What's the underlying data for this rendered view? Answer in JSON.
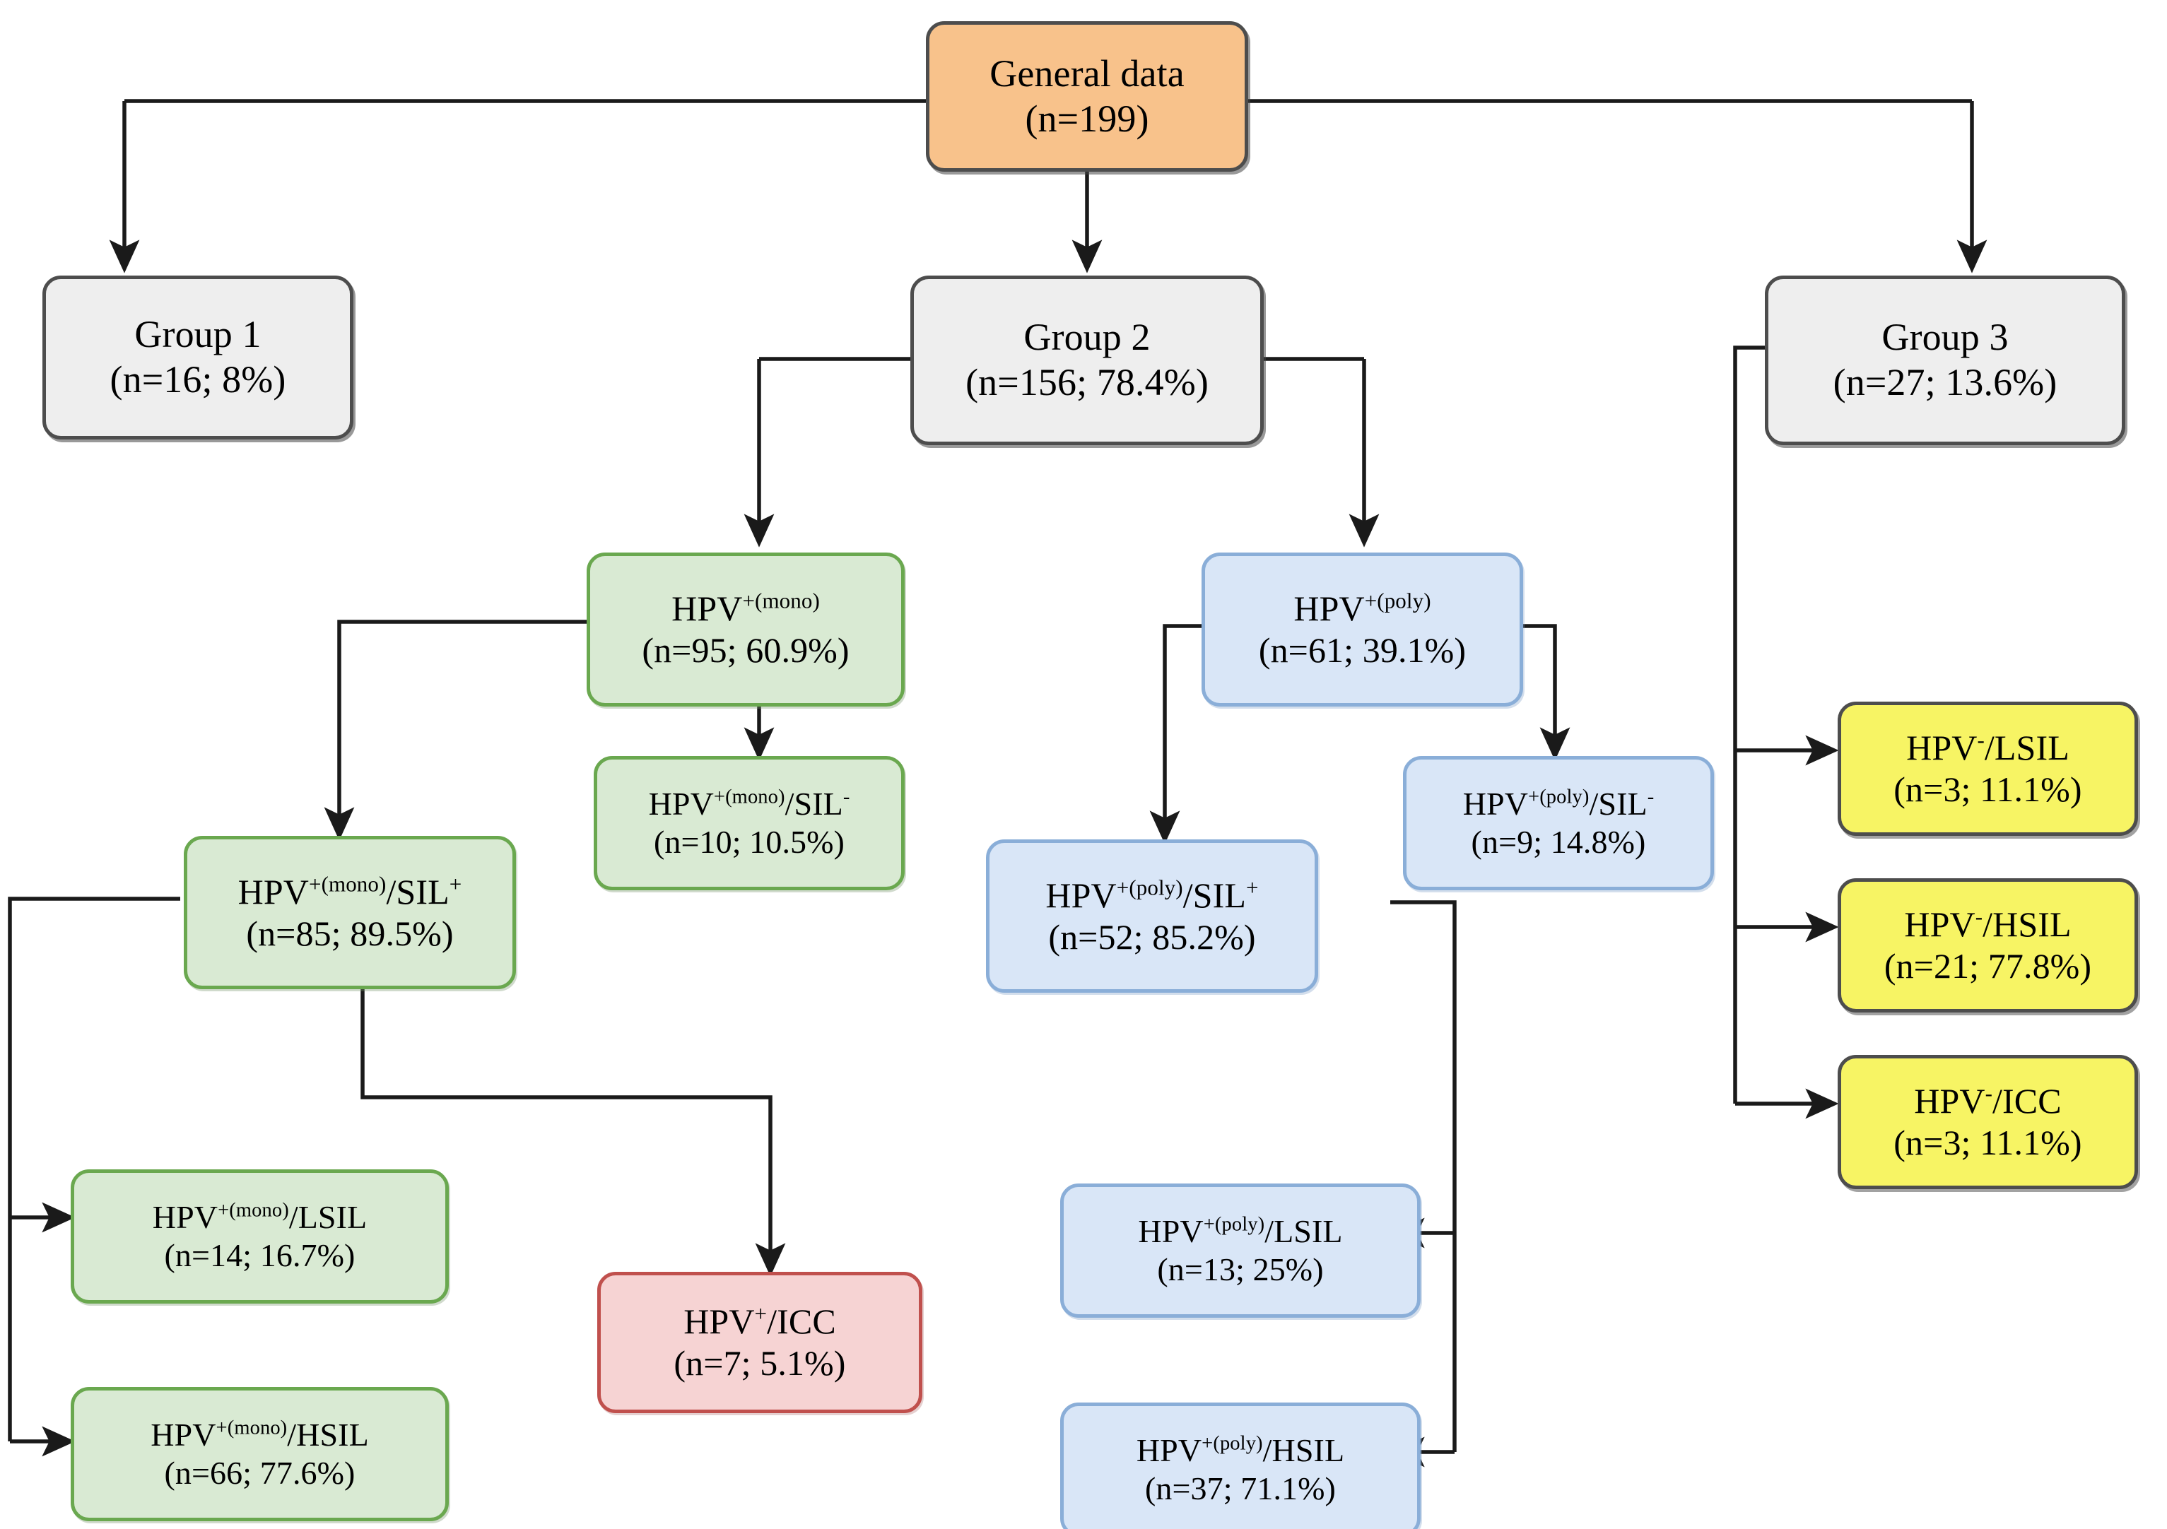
{
  "diagram": {
    "title": "HPV cytology study flow diagram",
    "colors": {
      "root_fill": "#f8c28b",
      "group_fill": "#eeeeee",
      "mono_fill": "#d9ead3",
      "poly_fill": "#d9e6f7",
      "hpv_negative_fill": "#f7f464",
      "icc_fill": "#f6d3d3",
      "edge_stroke": "#1a1a1a"
    }
  },
  "nodes": {
    "root": {
      "line1": "General data",
      "line2": "(n=199)"
    },
    "group1": {
      "line1": "Group 1",
      "line2": "(n=16; 8%)"
    },
    "group2": {
      "line1": "Group 2",
      "line2": "(n=156; 78.4%)"
    },
    "group3": {
      "line1": "Group 3",
      "line2": "(n=27; 13.6%)"
    },
    "mono": {
      "base": "HPV",
      "sup": "+(mono)",
      "tail": "",
      "line2": "(n=95; 60.9%)"
    },
    "mono_sil_neg": {
      "base": "HPV",
      "sup": "+(mono)",
      "tail": "/SIL",
      "sup2": "-",
      "line2": "(n=10; 10.5%)"
    },
    "mono_sil_pos": {
      "base": "HPV",
      "sup": "+(mono)",
      "tail": "/SIL",
      "sup2": "+",
      "line2": "(n=85; 89.5%)"
    },
    "mono_lsil": {
      "base": "HPV",
      "sup": "+(mono)",
      "tail": "/LSIL",
      "line2": "(n=14; 16.7%)"
    },
    "mono_hsil": {
      "base": "HPV",
      "sup": "+(mono)",
      "tail": "/HSIL",
      "line2": "(n=66; 77.6%)"
    },
    "poly": {
      "base": "HPV",
      "sup": "+(poly)",
      "tail": "",
      "line2": "(n=61; 39.1%)"
    },
    "poly_sil_neg": {
      "base": "HPV",
      "sup": "+(poly)",
      "tail": "/SIL",
      "sup2": "-",
      "line2": "(n=9; 14.8%)"
    },
    "poly_sil_pos": {
      "base": "HPV",
      "sup": "+(poly)",
      "tail": "/SIL",
      "sup2": "+",
      "line2": "(n=52; 85.2%)"
    },
    "poly_lsil": {
      "base": "HPV",
      "sup": "+(poly)",
      "tail": "/LSIL",
      "line2": "(n=13; 25%)"
    },
    "poly_hsil": {
      "base": "HPV",
      "sup": "+(poly)",
      "tail": "/HSIL",
      "line2": "(n=37; 71.1%)"
    },
    "icc": {
      "base": "HPV",
      "sup": "+",
      "tail": "/ICC",
      "line2": "(n=7; 5.1%)"
    },
    "neg_lsil": {
      "base": "HPV",
      "sup": "-",
      "tail": "/LSIL",
      "line2": "(n=3; 11.1%)"
    },
    "neg_hsil": {
      "base": "HPV",
      "sup": "-",
      "tail": "/HSIL",
      "line2": "(n=21; 77.8%)"
    },
    "neg_icc": {
      "base": "HPV",
      "sup": "-",
      "tail": "/ICC",
      "line2": "(n=3; 11.1%)"
    }
  },
  "chart_data": {
    "type": "diagram",
    "title": "General data (n=199)",
    "nodes": [
      {
        "id": "root",
        "label": "General data",
        "n": 199,
        "percent": null,
        "color": "#f8c28b"
      },
      {
        "id": "group1",
        "label": "Group 1",
        "n": 16,
        "percent": 8.0,
        "color": "#eeeeee"
      },
      {
        "id": "group2",
        "label": "Group 2",
        "n": 156,
        "percent": 78.4,
        "color": "#eeeeee"
      },
      {
        "id": "group3",
        "label": "Group 3",
        "n": 27,
        "percent": 13.6,
        "color": "#eeeeee"
      },
      {
        "id": "mono",
        "label": "HPV+(mono)",
        "n": 95,
        "percent": 60.9,
        "color": "#d9ead3"
      },
      {
        "id": "mono_sil_neg",
        "label": "HPV+(mono)/SIL-",
        "n": 10,
        "percent": 10.5,
        "color": "#d9ead3"
      },
      {
        "id": "mono_sil_pos",
        "label": "HPV+(mono)/SIL+",
        "n": 85,
        "percent": 89.5,
        "color": "#d9ead3"
      },
      {
        "id": "mono_lsil",
        "label": "HPV+(mono)/LSIL",
        "n": 14,
        "percent": 16.7,
        "color": "#d9ead3"
      },
      {
        "id": "mono_hsil",
        "label": "HPV+(mono)/HSIL",
        "n": 66,
        "percent": 77.6,
        "color": "#d9ead3"
      },
      {
        "id": "poly",
        "label": "HPV+(poly)",
        "n": 61,
        "percent": 39.1,
        "color": "#d9e6f7"
      },
      {
        "id": "poly_sil_neg",
        "label": "HPV+(poly)/SIL-",
        "n": 9,
        "percent": 14.8,
        "color": "#d9e6f7"
      },
      {
        "id": "poly_sil_pos",
        "label": "HPV+(poly)/SIL+",
        "n": 52,
        "percent": 85.2,
        "color": "#d9e6f7"
      },
      {
        "id": "poly_lsil",
        "label": "HPV+(poly)/LSIL",
        "n": 13,
        "percent": 25.0,
        "color": "#d9e6f7"
      },
      {
        "id": "poly_hsil",
        "label": "HPV+(poly)/HSIL",
        "n": 37,
        "percent": 71.1,
        "color": "#d9e6f7"
      },
      {
        "id": "icc",
        "label": "HPV+/ICC",
        "n": 7,
        "percent": 5.1,
        "color": "#f6d3d3"
      },
      {
        "id": "neg_lsil",
        "label": "HPV-/LSIL",
        "n": 3,
        "percent": 11.1,
        "color": "#f7f464"
      },
      {
        "id": "neg_hsil",
        "label": "HPV-/HSIL",
        "n": 21,
        "percent": 77.8,
        "color": "#f7f464"
      },
      {
        "id": "neg_icc",
        "label": "HPV-/ICC",
        "n": 3,
        "percent": 11.1,
        "color": "#f7f464"
      }
    ],
    "edges": [
      {
        "from": "root",
        "to": "group1"
      },
      {
        "from": "root",
        "to": "group2"
      },
      {
        "from": "root",
        "to": "group3"
      },
      {
        "from": "group2",
        "to": "mono"
      },
      {
        "from": "group2",
        "to": "poly"
      },
      {
        "from": "mono",
        "to": "mono_sil_neg"
      },
      {
        "from": "mono",
        "to": "mono_sil_pos"
      },
      {
        "from": "mono_sil_pos",
        "to": "mono_lsil"
      },
      {
        "from": "mono_sil_pos",
        "to": "mono_hsil"
      },
      {
        "from": "mono_sil_pos",
        "to": "icc"
      },
      {
        "from": "poly",
        "to": "poly_sil_neg"
      },
      {
        "from": "poly",
        "to": "poly_sil_pos"
      },
      {
        "from": "poly_sil_pos",
        "to": "poly_lsil"
      },
      {
        "from": "poly_sil_pos",
        "to": "poly_hsil"
      },
      {
        "from": "group3",
        "to": "neg_lsil"
      },
      {
        "from": "group3",
        "to": "neg_hsil"
      },
      {
        "from": "group3",
        "to": "neg_icc"
      }
    ]
  }
}
